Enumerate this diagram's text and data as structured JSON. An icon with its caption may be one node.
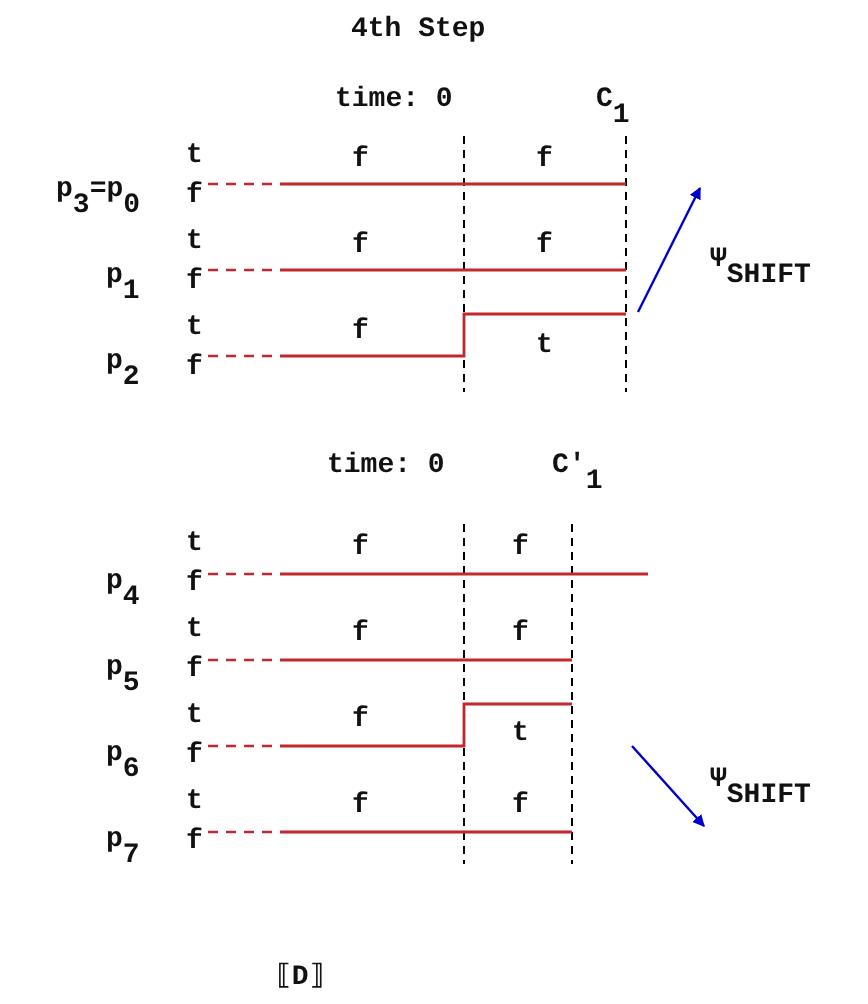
{
  "diagram": {
    "title": "4th Step",
    "labels": [
      "time: 0",
      "C$_{1}$",
      "p$_{3}$=p$_{0}$",
      "t",
      "f",
      "f",
      "f",
      "p$_{1}$",
      "t",
      "f",
      "f",
      "f",
      "p$_{2}$",
      "t",
      "f",
      "f",
      "t",
      "Ψ$_{SHIFT}$",
      "time: 0",
      "C′$_{1}$",
      "p$_{4}$",
      "t",
      "f",
      "f",
      "f",
      "p$_{5}$",
      "t",
      "f",
      "f",
      "f",
      "p$_{6}$",
      "t",
      "f",
      "f",
      "t",
      "p$_{7}$",
      "t",
      "f",
      "f",
      "f",
      "Ψ$_{SHIFT}$",
      "⟦D⟧"
    ]
  }
}
